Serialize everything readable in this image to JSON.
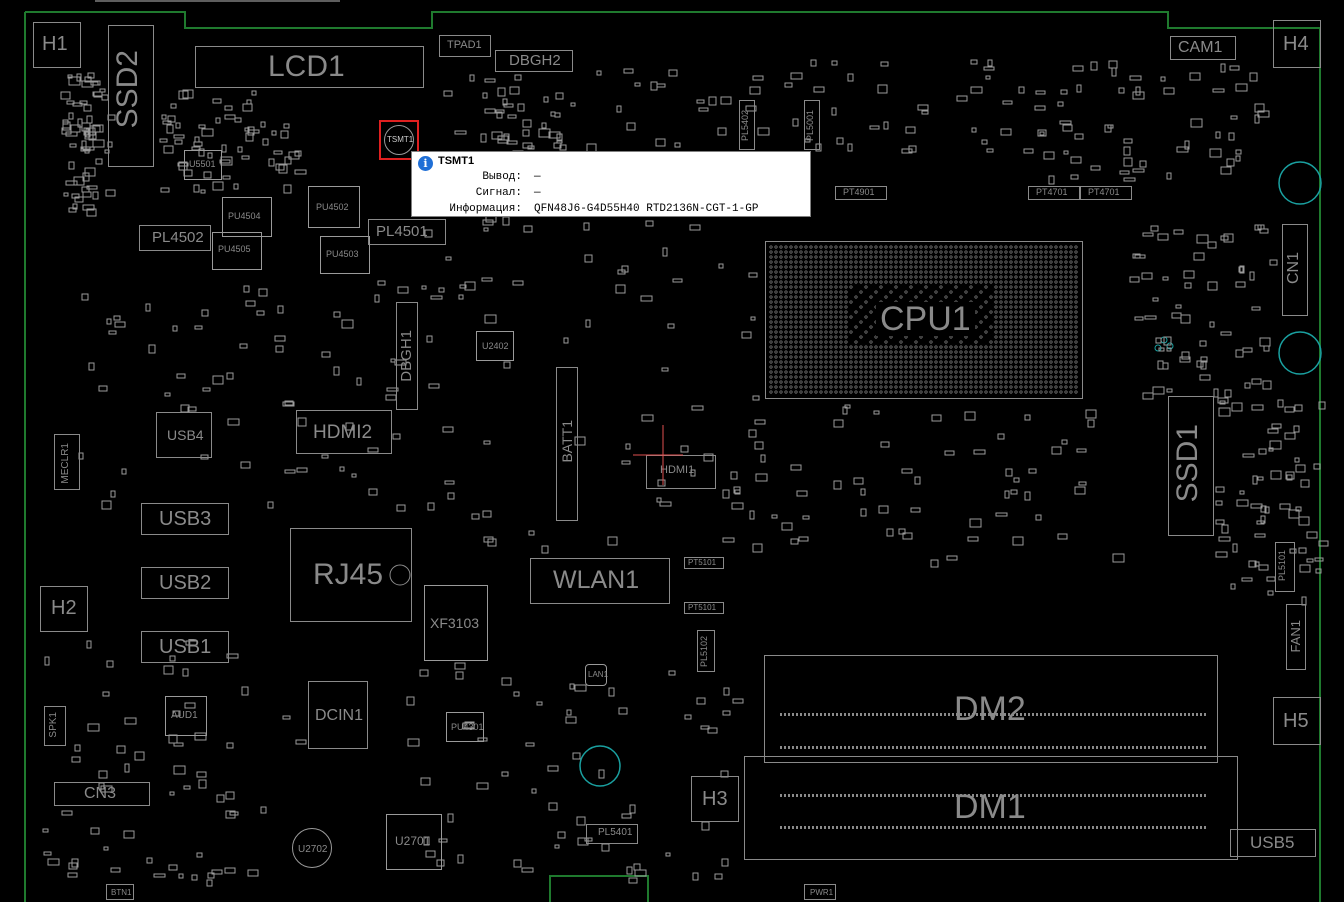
{
  "board": {
    "components": {
      "H1": "H1",
      "SSD2": "SSD2",
      "LCD1": "LCD1",
      "TPAD1": "TPAD1",
      "DBGH2": "DBGH2",
      "CAM1": "CAM1",
      "H4": "H4",
      "CN1": "CN1",
      "CPU1": "CPU1",
      "SSD1": "SSD1",
      "PL4502": "PL4502",
      "PL4501": "PL4501",
      "PU4504": "PU4504",
      "PU4502": "PU4502",
      "PU4505": "PU4505",
      "PU4503": "PU4503",
      "U5501": "U5501",
      "RJ45": "RJ45",
      "DBGH1": "DBGH1",
      "HDMI2": "HDMI2",
      "USB4": "USB4",
      "USB3": "USB3",
      "USB2": "USB2",
      "USB1": "USB1",
      "MECLR1": "MECLR1",
      "H2": "H2",
      "BATT1": "BATT1",
      "WLAN1": "WLAN1",
      "XF3103": "XF3103",
      "DCIN1": "DCIN1",
      "AUD1": "AUD1",
      "SPK1": "SPK1",
      "CN3": "CN3",
      "U2701": "U2701",
      "U2702": "U2702",
      "H3": "H3",
      "PL5401": "PL5401",
      "DM2": "DM2",
      "DM1": "DM1",
      "H5": "H5",
      "USB5": "USB5",
      "FAN1": "FAN1",
      "PL5101": "PL5101",
      "PL5102": "PL5102",
      "TSMT1": "TSMT1",
      "HDMI1": "HDMI1",
      "LAN1": "LAN1",
      "PT4701": "PT4701",
      "PT4702": "PT4701",
      "PT4901": "PT4901",
      "PT5101": "PT5101",
      "PT5103": "PT5101",
      "BTN1": "BTN1",
      "PWR1": "PWR1",
      "U2402": "U2402",
      "PU4301": "PU4301",
      "U5402": "PL5402",
      "PL5001": "PL5001"
    }
  },
  "tooltip": {
    "title": "TSMT1",
    "rows": [
      {
        "key": "Вывод:",
        "value": "—"
      },
      {
        "key": "Сигнал:",
        "value": "—"
      },
      {
        "key": "Информация:",
        "value": "QFN48J6-G4D55H40 RTD2136N-CGT-1-GP"
      }
    ]
  },
  "colors": {
    "background": "#000000",
    "silkscreen": "#8a8a8a",
    "board_edge": "#1f7a2e",
    "selection": "#e02020",
    "info_icon": "#1f6fd6"
  }
}
